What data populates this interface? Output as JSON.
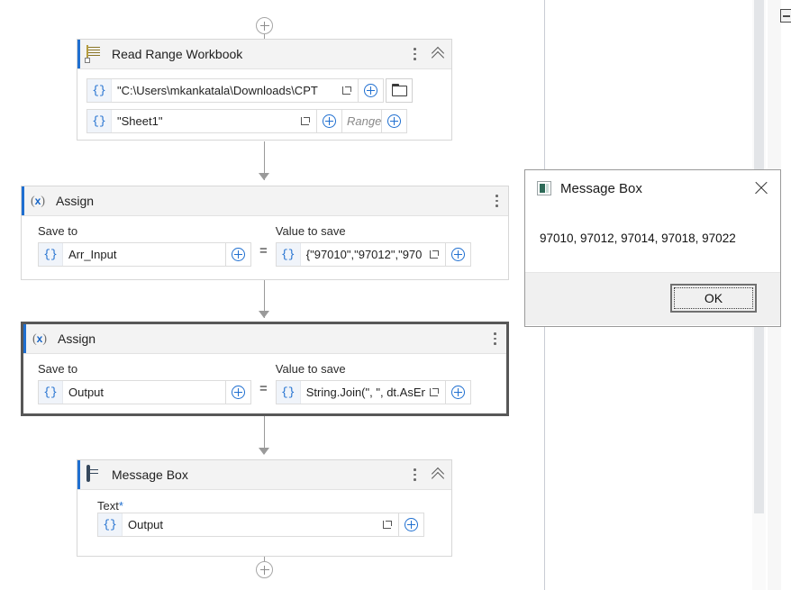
{
  "canvas": {
    "top_add_node": "add-activity",
    "bottom_add_node": "add-activity"
  },
  "activities": [
    {
      "id": "read-range-workbook",
      "icon": "workbook-icon",
      "title": "Read Range Workbook",
      "selected": false,
      "menu_icon": "kebab-menu-icon",
      "collapse_icon": "chevron-up-icon",
      "fields": [
        {
          "name": "workbook-path",
          "prefix": "{}",
          "value": "\"C:\\Users\\mkankatala\\Downloads\\CPT",
          "expand_icon": "open-editor-icon",
          "plus_icon": "plus-circle-icon",
          "browse_icon": "folder-icon"
        },
        {
          "name": "sheet-name",
          "prefix": "{}",
          "value": "\"Sheet1\"",
          "expand_icon": "open-editor-icon",
          "plus_icon": "plus-circle-icon",
          "range_placeholder": "Range",
          "range_plus_icon": "plus-circle-icon"
        }
      ]
    },
    {
      "id": "assign-arr-input",
      "icon": "assign-icon",
      "title": "Assign",
      "selected": false,
      "menu_icon": "kebab-menu-icon",
      "save_to_label": "Save to",
      "value_label": "Value to save",
      "equals": "=",
      "save_to": {
        "prefix": "{}",
        "value": "Arr_Input",
        "plus_icon": "plus-circle-icon"
      },
      "value_to_save": {
        "prefix": "{}",
        "value": "{\"97010\",\"97012\",\"970",
        "expand_icon": "open-editor-icon",
        "plus_icon": "plus-circle-icon"
      }
    },
    {
      "id": "assign-output",
      "icon": "assign-icon",
      "title": "Assign",
      "selected": true,
      "menu_icon": "kebab-menu-icon",
      "save_to_label": "Save to",
      "value_label": "Value to save",
      "equals": "=",
      "save_to": {
        "prefix": "{}",
        "value": "Output",
        "plus_icon": "plus-circle-icon"
      },
      "value_to_save": {
        "prefix": "{}",
        "value": "String.Join(\", \", dt.AsEn",
        "expand_icon": "open-editor-icon",
        "plus_icon": "plus-circle-icon"
      }
    },
    {
      "id": "message-box-activity",
      "icon": "message-box-icon",
      "title": "Message Box",
      "selected": false,
      "menu_icon": "kebab-menu-icon",
      "collapse_icon": "chevron-up-icon",
      "text_label": "Text",
      "required_marker": "*",
      "text_field": {
        "prefix": "{}",
        "value": "Output",
        "expand_icon": "open-editor-icon",
        "plus_icon": "plus-circle-icon"
      }
    }
  ],
  "dialog": {
    "icon": "app-window-icon",
    "title": "Message Box",
    "close_icon": "close-icon",
    "message": "97010, 97012, 97014, 97018, 97022",
    "ok_label": "OK"
  },
  "right_pane": {
    "collapse_icon": "minimize-panel-icon",
    "scrollbar": "vertical-scrollbar"
  },
  "colors": {
    "accent_blue": "#1f6fd0",
    "selection_border": "#575757",
    "header_bg": "#f3f3f3",
    "connector": "#9a9a9a"
  }
}
